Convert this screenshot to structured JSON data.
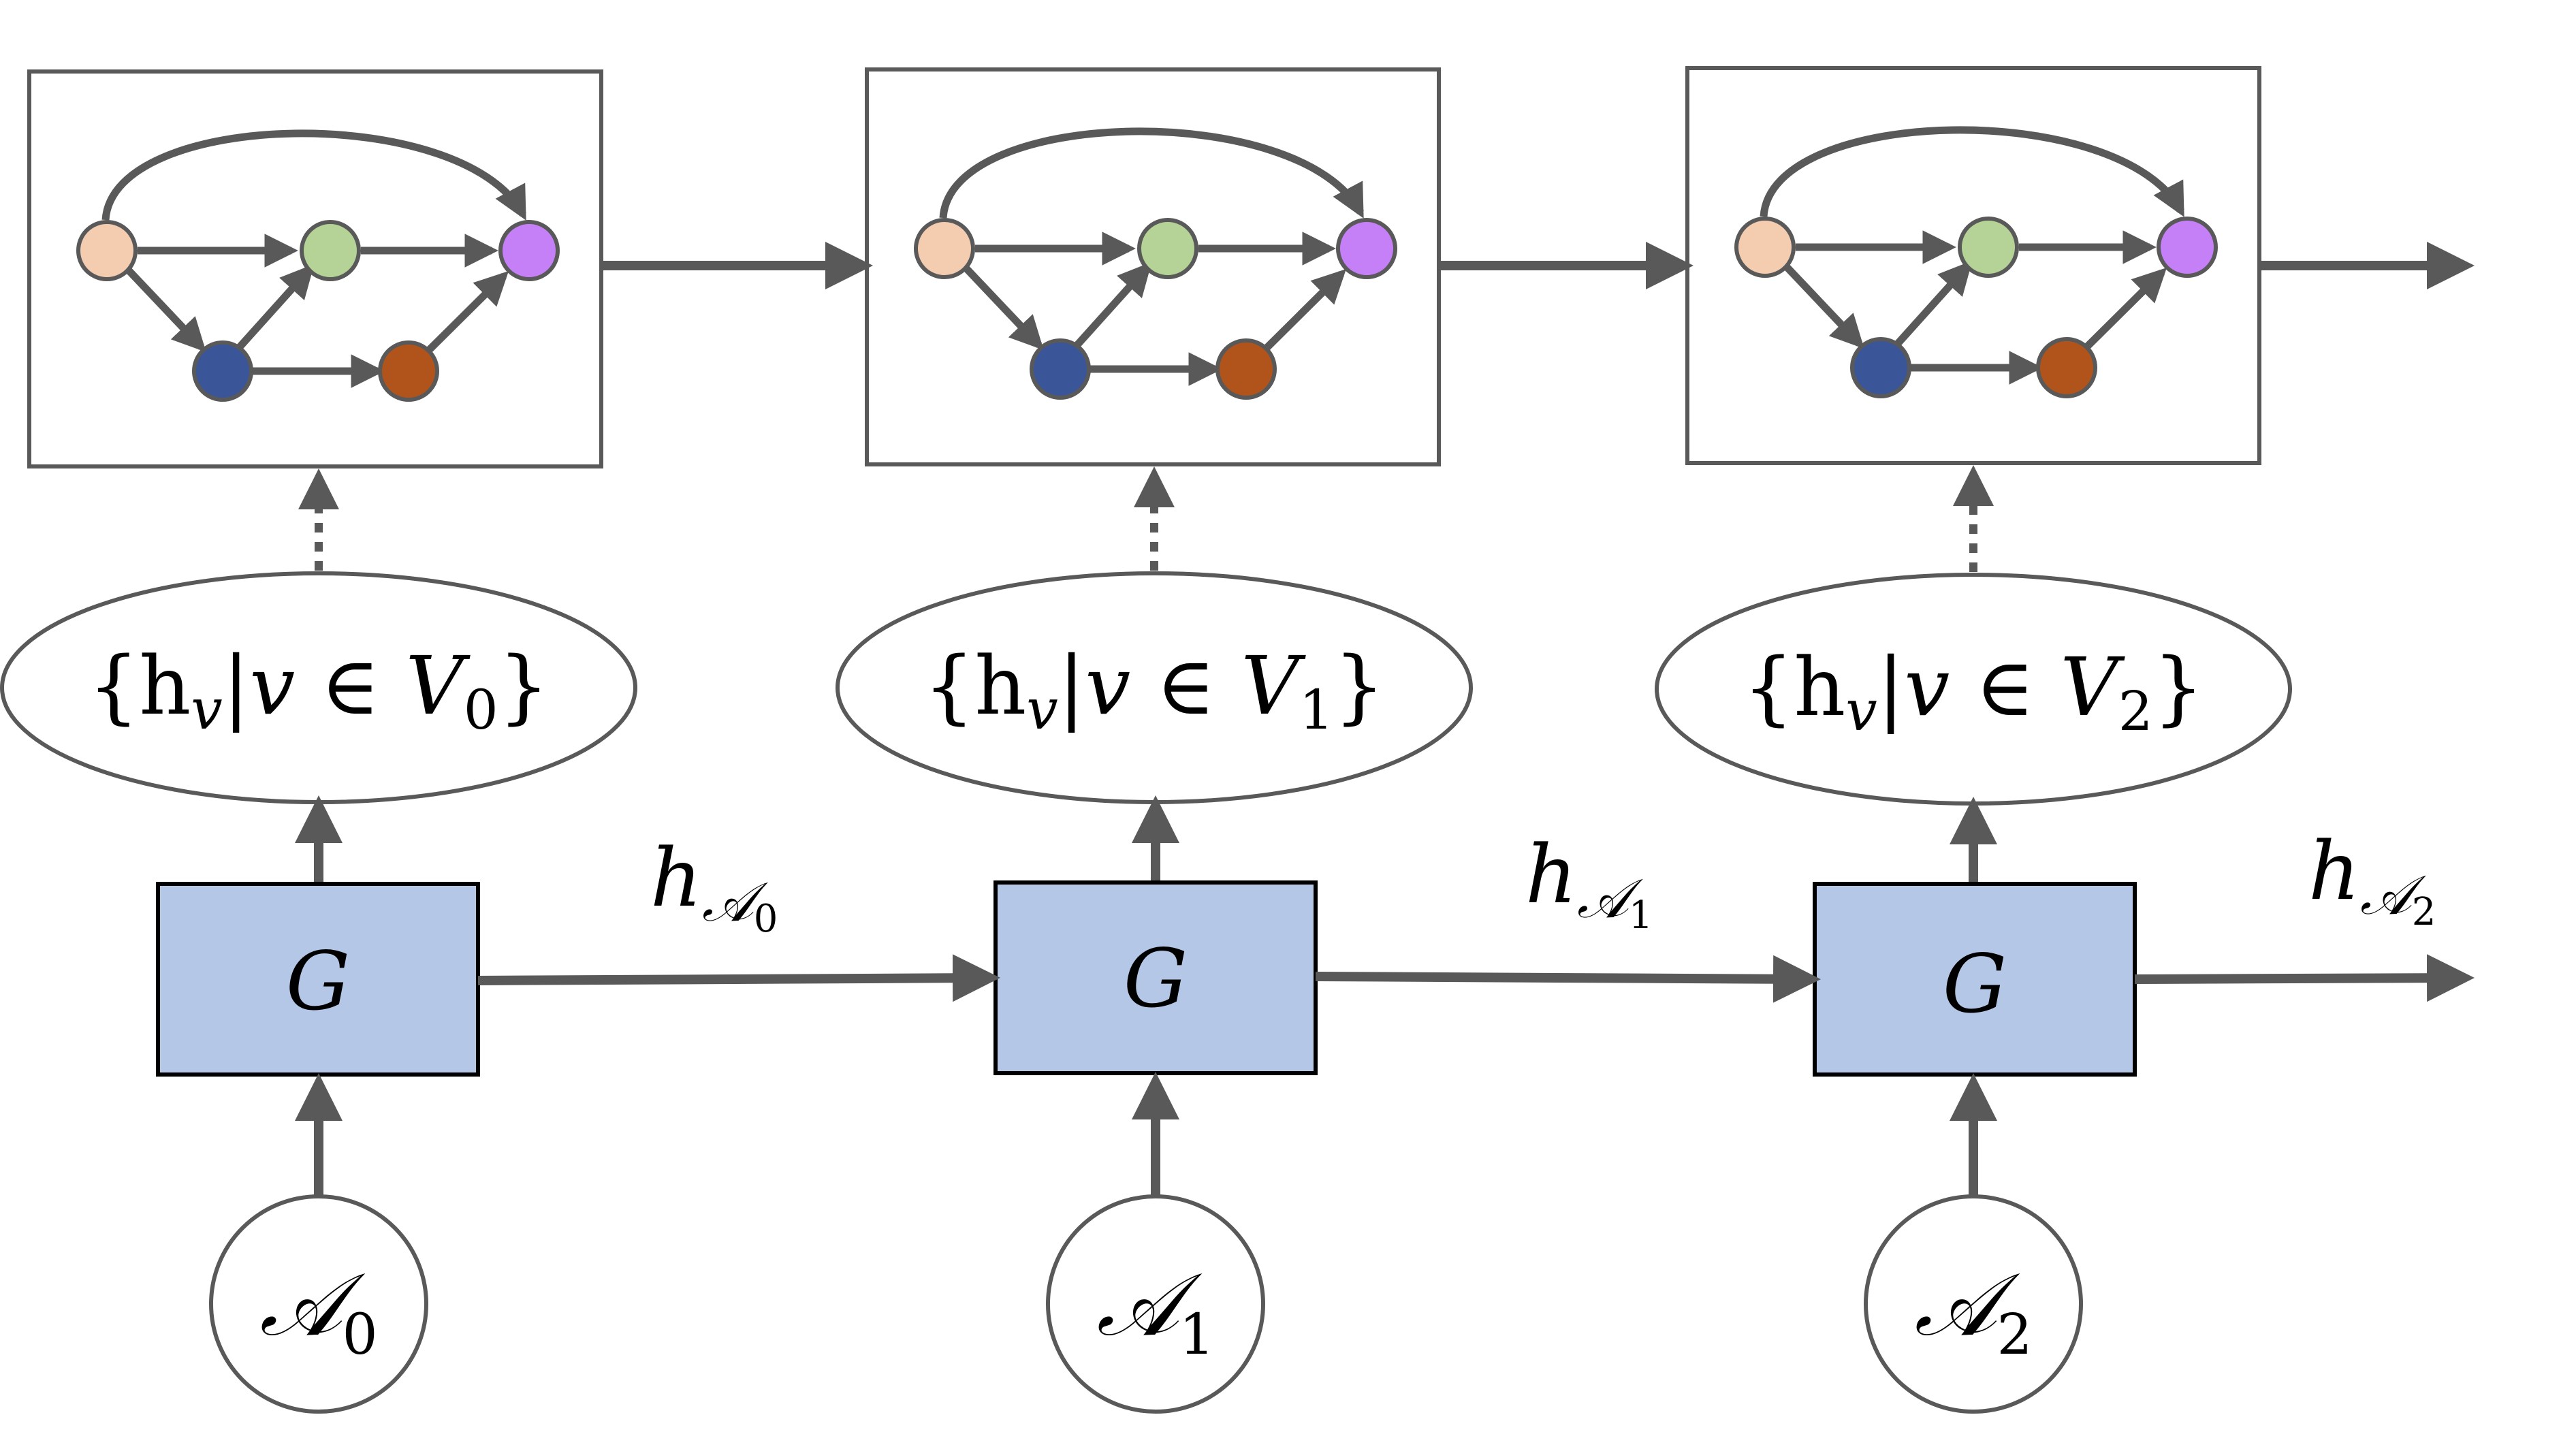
{
  "colors": {
    "stroke": "#595959",
    "gate_fill": "#b4c7e7",
    "node_peach": "#f4ccb0",
    "node_green": "#b5d396",
    "node_purple": "#c580f8",
    "node_blue": "#3b5599",
    "node_orange": "#b0541b"
  },
  "steps": [
    {
      "gate_label": "G",
      "input_label": "𝒜",
      "input_sub": "0",
      "embed_set": "{h",
      "embed_v": "v",
      "embed_mid": "|v ∈ V",
      "embed_sub": "0",
      "embed_close": "}",
      "hidden_label": "h",
      "hidden_sub": "𝒜",
      "hidden_subsub": "0"
    },
    {
      "gate_label": "G",
      "input_label": "𝒜",
      "input_sub": "1",
      "embed_set": "{h",
      "embed_v": "v",
      "embed_mid": "|v ∈ V",
      "embed_sub": "1",
      "embed_close": "}",
      "hidden_label": "h",
      "hidden_sub": "𝒜",
      "hidden_subsub": "1"
    },
    {
      "gate_label": "G",
      "input_label": "𝒜",
      "input_sub": "2",
      "embed_set": "{h",
      "embed_v": "v",
      "embed_mid": "|v ∈ V",
      "embed_sub": "2",
      "embed_close": "}",
      "hidden_label": "h",
      "hidden_sub": "𝒜",
      "hidden_subsub": "2"
    }
  ]
}
